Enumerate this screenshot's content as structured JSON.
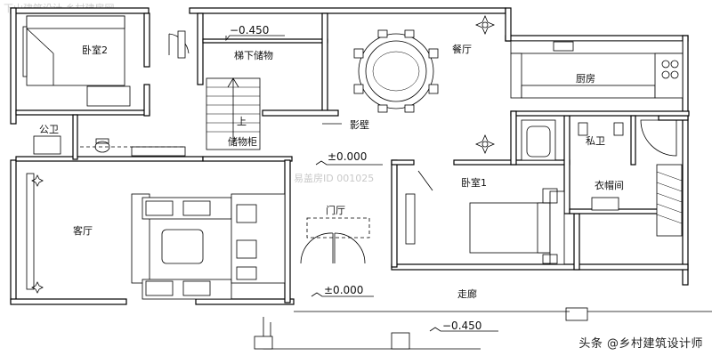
{
  "watermark_top": "下山建筑设计 乡村建房网",
  "watermark_center": "易盖房ID 001025",
  "footer_credit": "头条 @乡村建筑设计师",
  "rooms": {
    "bedroom2": "卧室2",
    "under_stair_storage": "梯下储物",
    "dining": "餐厅",
    "kitchen": "厨房",
    "public_wc": "公卫",
    "storage_cabinet": "储物柜",
    "screen_wall": "影壁",
    "private_wc": "私卫",
    "bedroom1": "卧室1",
    "cloakroom": "衣帽间",
    "living": "客厅",
    "foyer": "门厅",
    "corridor": "走廊",
    "stair_up": "上"
  },
  "levels": {
    "stair_level": "−0.450",
    "hall_level": "±0.000",
    "entry_level": "±0.000",
    "outdoor_level": "−0.450"
  }
}
